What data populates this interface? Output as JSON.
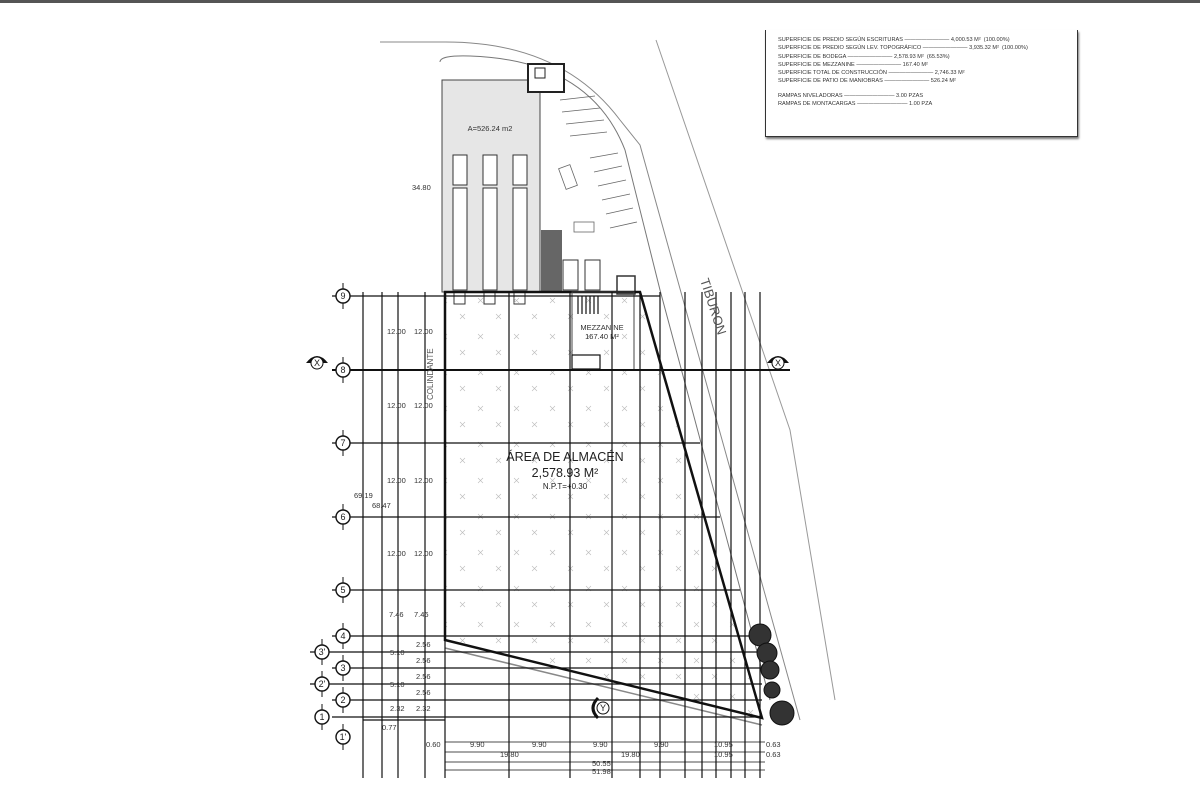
{
  "summary": {
    "rows": [
      {
        "label": "SUPERFICIE DE PREDIO  SEGÚN ESCRITURAS",
        "value": "4,000.53 M²",
        "pct": "(100.00%)"
      },
      {
        "label": "SUPERFICIE DE PREDIO  SEGÚN LEV. TOPOGRÁFICO",
        "value": "3,935.32 M²",
        "pct": "(100.00%)"
      },
      {
        "label": "SUPERFICIE DE BODEGA",
        "value": "2,578.93 M²",
        "pct": "(65.53%)"
      },
      {
        "label": "SUPERFICIE DE MEZZANINE",
        "value": "167.40 M²",
        "pct": ""
      },
      {
        "label": "SUPERFICIE TOTAL DE CONSTRUCCIÓN",
        "value": "2,746.33 M²",
        "pct": ""
      },
      {
        "label": "SUPERFICIE DE PATIO DE MANIOBRAS",
        "value": "526.24 M²",
        "pct": ""
      }
    ],
    "ramps": [
      {
        "label": "RAMPAS NIVELADORAS",
        "value": "3.00 PZAS"
      },
      {
        "label": "RAMPAS DE MONTACARGAS",
        "value": "1.00 PZA"
      }
    ]
  },
  "plan": {
    "street": "TIBURON",
    "neighbor": "COLINDANTE",
    "patio_area": "A=526.24 m2",
    "warehouse_title": "ÁREA DE ALMACÉN",
    "warehouse_area": "2,578.93 M²",
    "warehouse_level": "N.P.T=+0.30",
    "mezzanine_title": "MEZZANINE",
    "mezzanine_area": "167.40 M²",
    "section_x": "X",
    "section_y": "Y",
    "axes": [
      "9",
      "8",
      "7",
      "6",
      "5",
      "4",
      "3'",
      "3",
      "2'",
      "2",
      "1",
      "1'"
    ],
    "dims": {
      "patio_depth": "34.80",
      "bay": "12.00",
      "bay5": "7.46",
      "small": "2.56",
      "double": "5.10",
      "last": "2.32",
      "offset": "0.77",
      "total_left": "69.19",
      "total_left2": "68.47",
      "b_start": "0.60",
      "b_bay": "9.90",
      "b_end": "10.95",
      "b_edge": "0.63",
      "b_double": "19.80",
      "b_total1": "50.55",
      "b_total2": "51.98"
    }
  }
}
